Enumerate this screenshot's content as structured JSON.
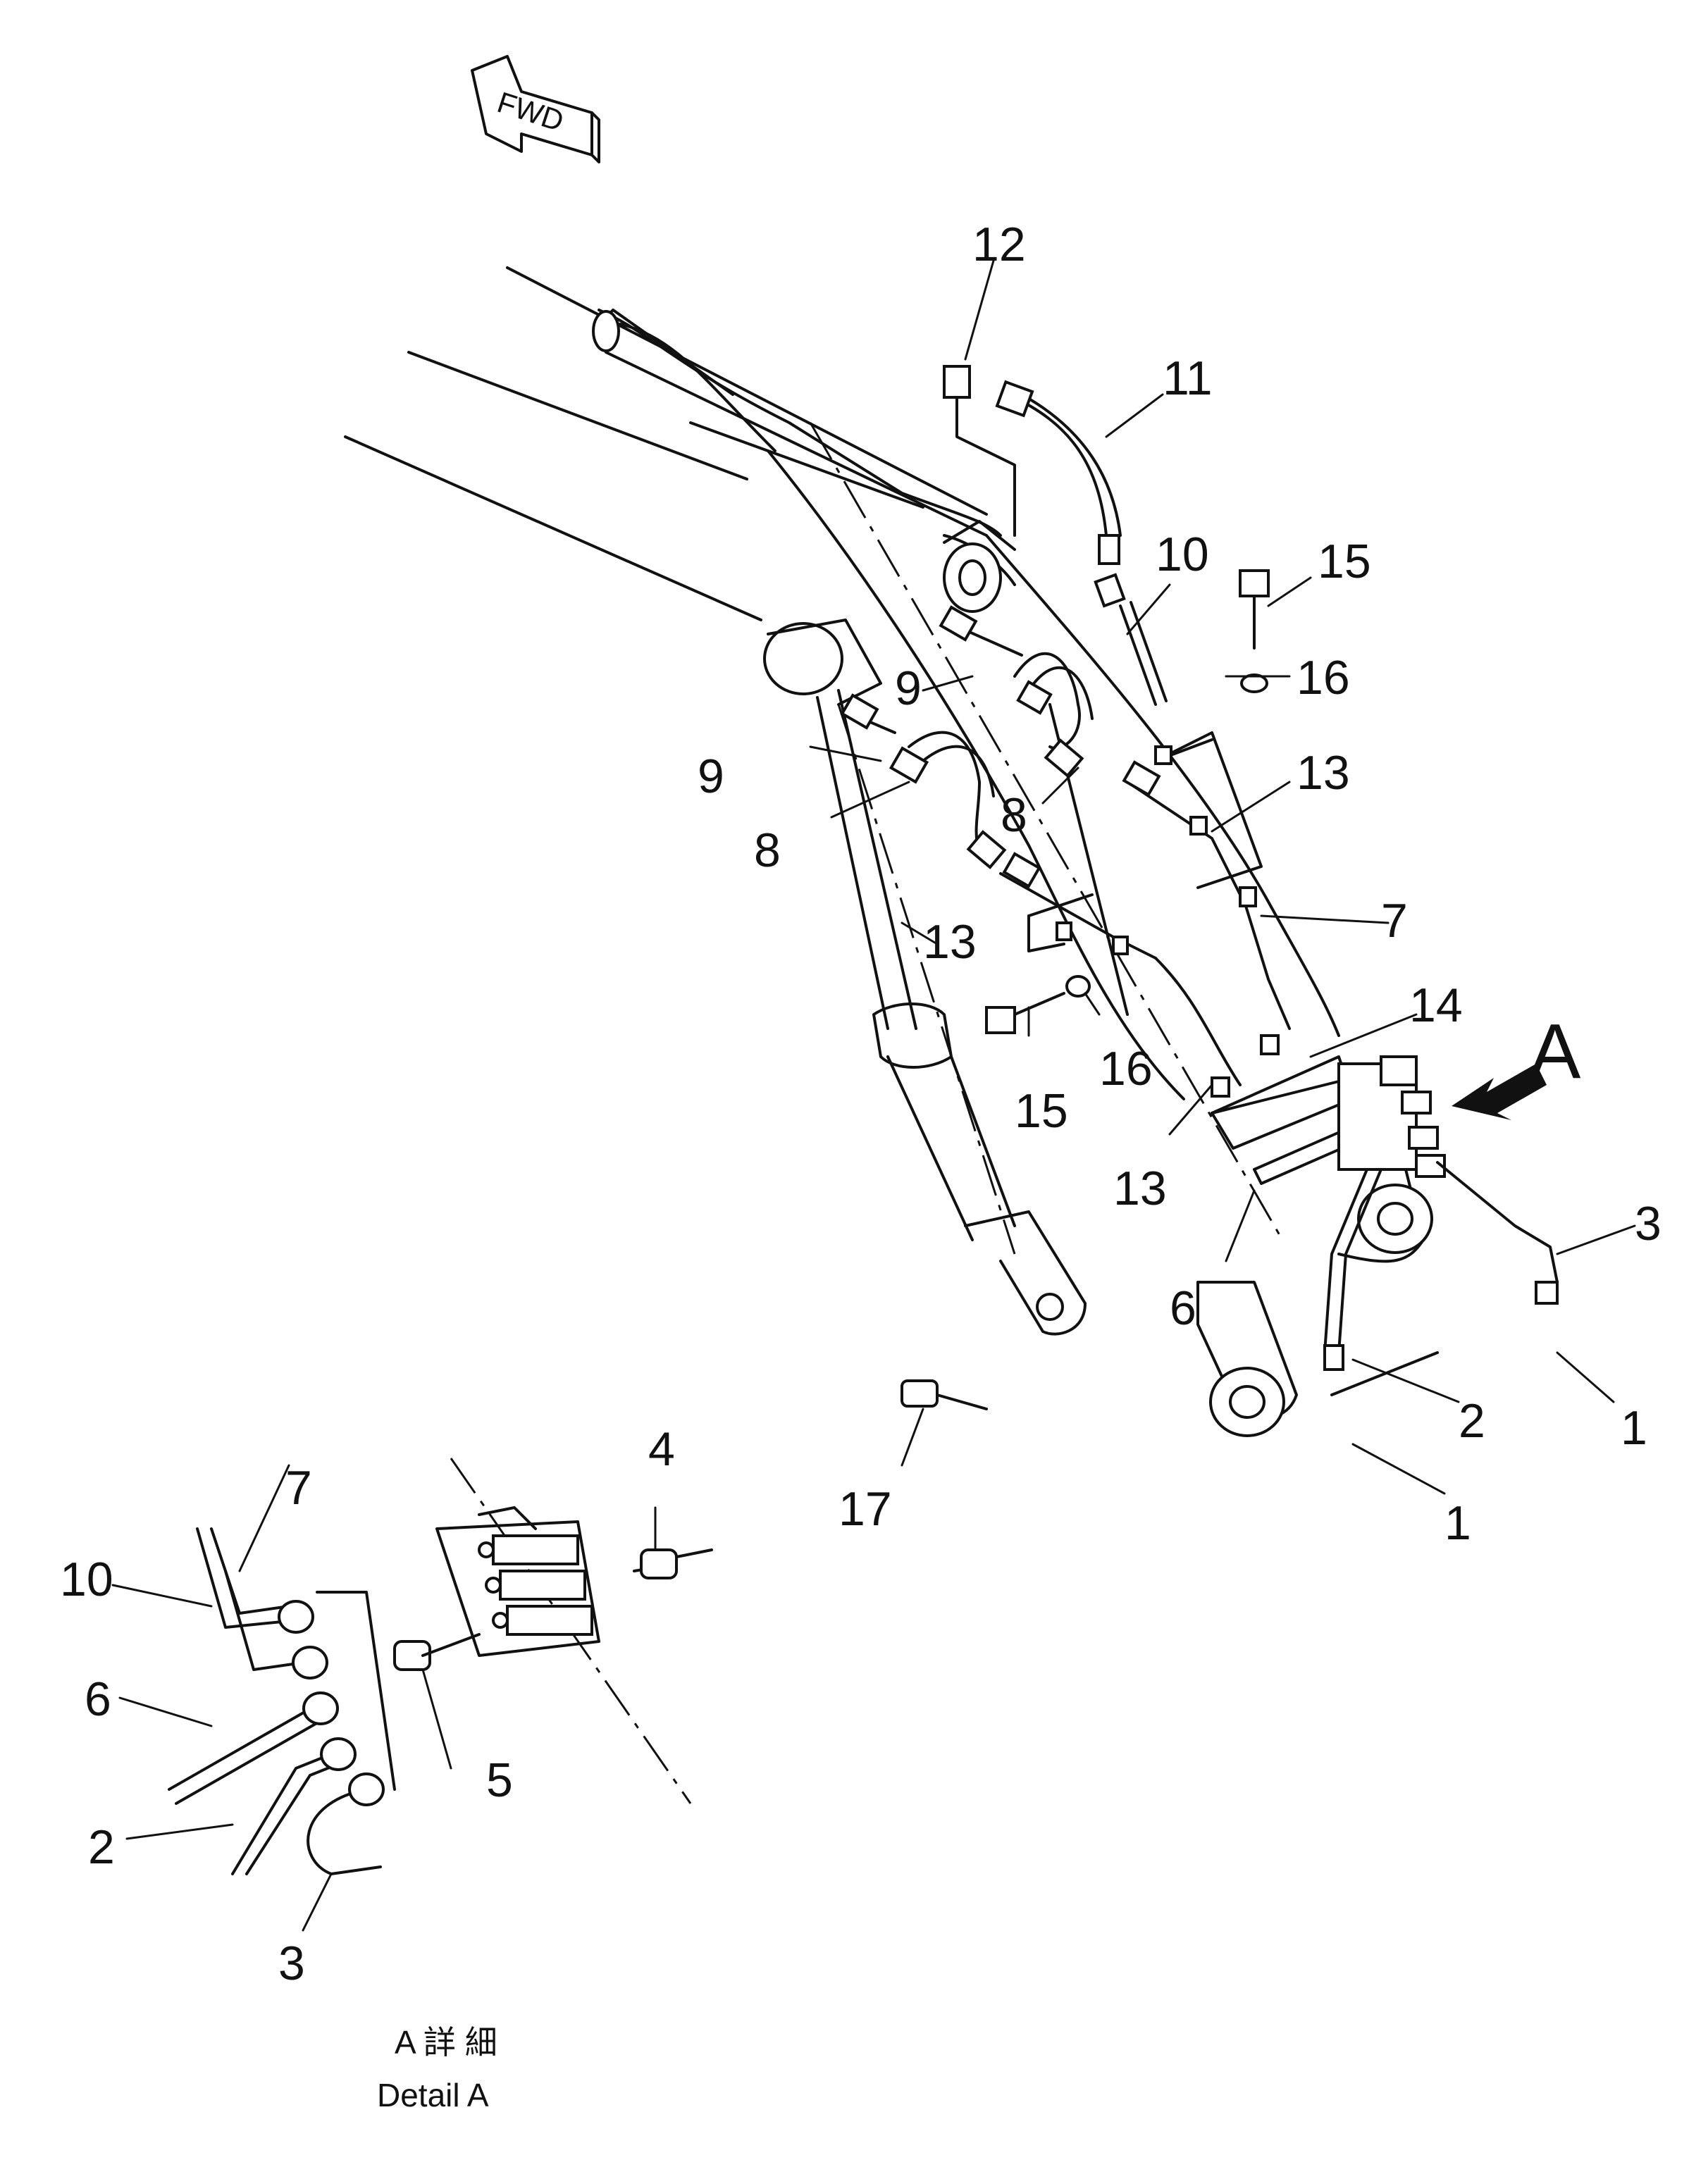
{
  "fwd_label": "FWD",
  "detail_marker": "A",
  "detail_caption_jp": "A 詳 細",
  "detail_caption_en": "Detail A",
  "callouts": {
    "c1a": "1",
    "c1b": "1",
    "c2a": "2",
    "c2b": "2",
    "c3a": "3",
    "c3b": "3",
    "c4": "4",
    "c5": "5",
    "c6a": "6",
    "c6b": "6",
    "c7a": "7",
    "c7b": "7",
    "c8a": "8",
    "c8b": "8",
    "c9a": "9",
    "c9b": "9",
    "c10a": "10",
    "c10b": "10",
    "c11": "11",
    "c12": "12",
    "c13a": "13",
    "c13b": "13",
    "c13c": "13",
    "c14": "14",
    "c15a": "15",
    "c15b": "15",
    "c16a": "16",
    "c16b": "16",
    "c17": "17"
  }
}
